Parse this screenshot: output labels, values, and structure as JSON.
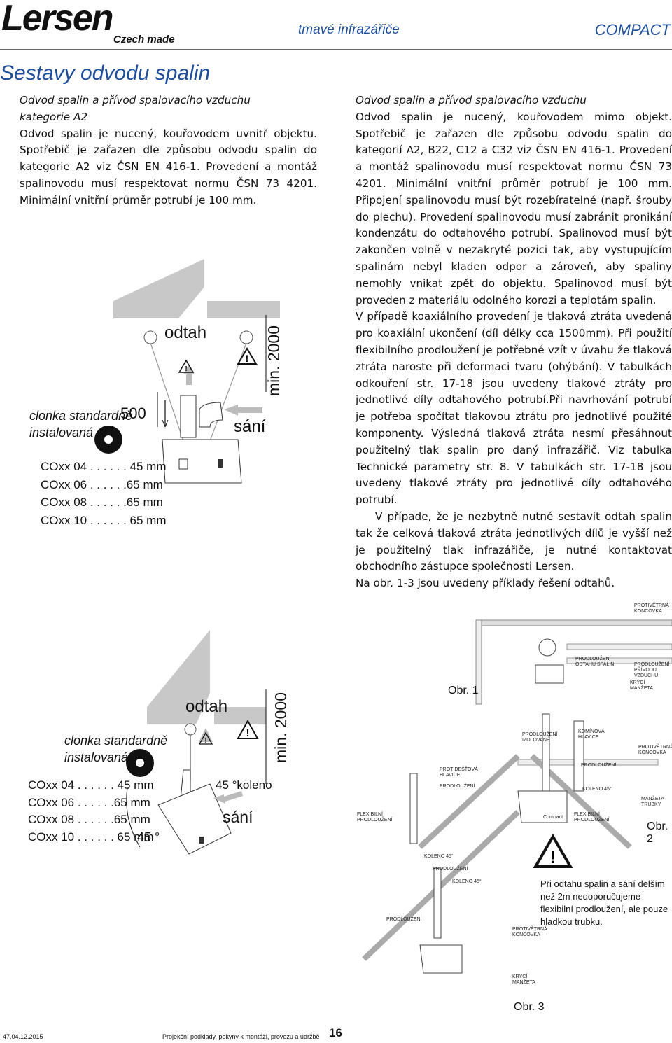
{
  "header": {
    "brand": "Lersen",
    "brand_sub": "Czech made",
    "category": "tmavé infrazářiče",
    "product": "COMPACT"
  },
  "page_title": "Sestavy odvodu spalin",
  "left": {
    "subtitle1": "Odvod spalin a přívod spalovacího vzduchu",
    "subtitle2": "kategorie A2",
    "body": "Odvod spalin je nucený, kouřovodem uvnitř objektu. Spotřebič je zařazen dle způsobu odvodu spalin do kategorie A2 viz ČSN EN 416-1. Provedení a montáž spalinovodu musí respektovat normu ČSN 73 4201. Minimální vnitřní průměr potrubí je 100 mm."
  },
  "right": {
    "subtitle": "Odvod spalin a přívod spalovacího vzduchu",
    "p1": "Odvod spalin je nucený, kouřovodem mimo objekt. Spotřebič je zařazen dle způsobu odvodu spalin do kategorií A2, B22, C12 a C32 viz ČSN EN 416-1. Provedení a montáž spalinovodu musí respektovat normu ČSN 73 4201. Minimální vnitřní průměr potrubí je 100 mm. Připojení spalinovodu musí být rozebíratelné (např. šrouby do plechu). Provedení spalinovodu musí zabránit pronikání kondenzátu do odtahového potrubí. Spalinovod musí být zakončen volně v nezakryté pozici tak, aby vystupujícím spalinám nebyl kladen odpor a zároveň, aby spaliny nemohly vnikat zpět do objektu. Spalinovod musí být proveden z materiálu odolného korozi a teplotám spalin.",
    "p2": "V případě koaxiálního provedení je tlaková ztráta uvedená pro koaxiální ukončení (díl délky cca 1500mm). Při použití flexibilního prodloužení je potřebné vzít v úvahu že tlaková ztráta naroste při deformaci tvaru (ohýbání). V tabulkách odkouření str. 17-18 jsou uvedeny tlakové ztráty pro jednotlivé díly odtahového potrubí.Při navrhování potrubí je potřeba spočítat tlakovou ztrátu pro jednotlivé použité komponenty. Výsledná tlaková ztráta nesmí přesáhnout použitelný tlak spalin pro daný infrazářič. Viz tabulka Technické parametry str. 8. V tabulkách str. 17-18 jsou uvedeny tlakové ztráty pro jednotlivé díly odtahového potrubí.",
    "p3": "V případe, že je nezbytně nutné sestavit odtah spalin tak že celková tlaková ztráta jednotlivých dílů je vyšší než je použitelný tlak infrazářiče, je nutné kontaktovat obchodního zástupce společnosti Lersen.",
    "p4": "Na obr. 1-3 jsou uvedeny příklady řešení odtahů."
  },
  "diagram1": {
    "clonka": "clonka standardně",
    "instalovana": "instalovaná",
    "dim500": "500",
    "odtah": "odtah",
    "sani": "sání",
    "min": "min. 2000",
    "rows": [
      "COxx 04 . . . . . . 45 mm",
      "COxx 06 . . . . . .65 mm",
      "COxx 08 . . . . . .65 mm",
      "COxx 10 . . . . . . 65 mm"
    ]
  },
  "diagram2": {
    "clonka": "clonka standardně",
    "instalovana": "instalovaná",
    "odtah": "odtah",
    "sani": "sání",
    "min": "min. 2000",
    "koleno": "45 °koleno",
    "angle": "45 °",
    "rows": [
      "COxx 04 . . . . . . 45 mm",
      "COxx 06 . . . . . .65 mm",
      "COxx 08 . . . . . .65 mm",
      "COxx 10 . . . . . . 65 mm"
    ]
  },
  "figs": {
    "obr1": "Obr. 1",
    "obr2": "Obr. 2",
    "obr3": "Obr. 3",
    "l_protivetrna": "PROTIVĚTRNÁ KONCOVKA",
    "l_prodl_odtahu": "PRODLOUŽENÍ ODTAHU SPALIN",
    "l_prodl_privodu": "PRODLOUŽENÍ PŘÍVODU VZDUCHU",
    "l_kryci": "KRYCÍ MANŽETA",
    "l_prodl_izol": "PRODLOUŽENÍ IZOLOVANÉ",
    "l_kominova": "KOMÍNOVÁ HLAVICE",
    "l_protidestova": "PROTIDEŠŤOVÁ HLAVICE",
    "l_prodlouzeni": "PRODLOUŽENÍ",
    "l_flex": "FLEXIBILNÍ PRODLOUŽENÍ",
    "l_koleno45": "KOLENO 45°",
    "l_manzeta": "MANŽETA TRUBKY",
    "l_compact": "Compact"
  },
  "warning": "Při odtahu spalin a sání delším než 2m nedoporučujeme flexibilní prodloužení, ale pouze hladkou trubku.",
  "footer": {
    "code": "47.04.12.2015",
    "text": "Projekční podklady, pokyny k montáži, provozu a údržbě",
    "page": "16"
  }
}
